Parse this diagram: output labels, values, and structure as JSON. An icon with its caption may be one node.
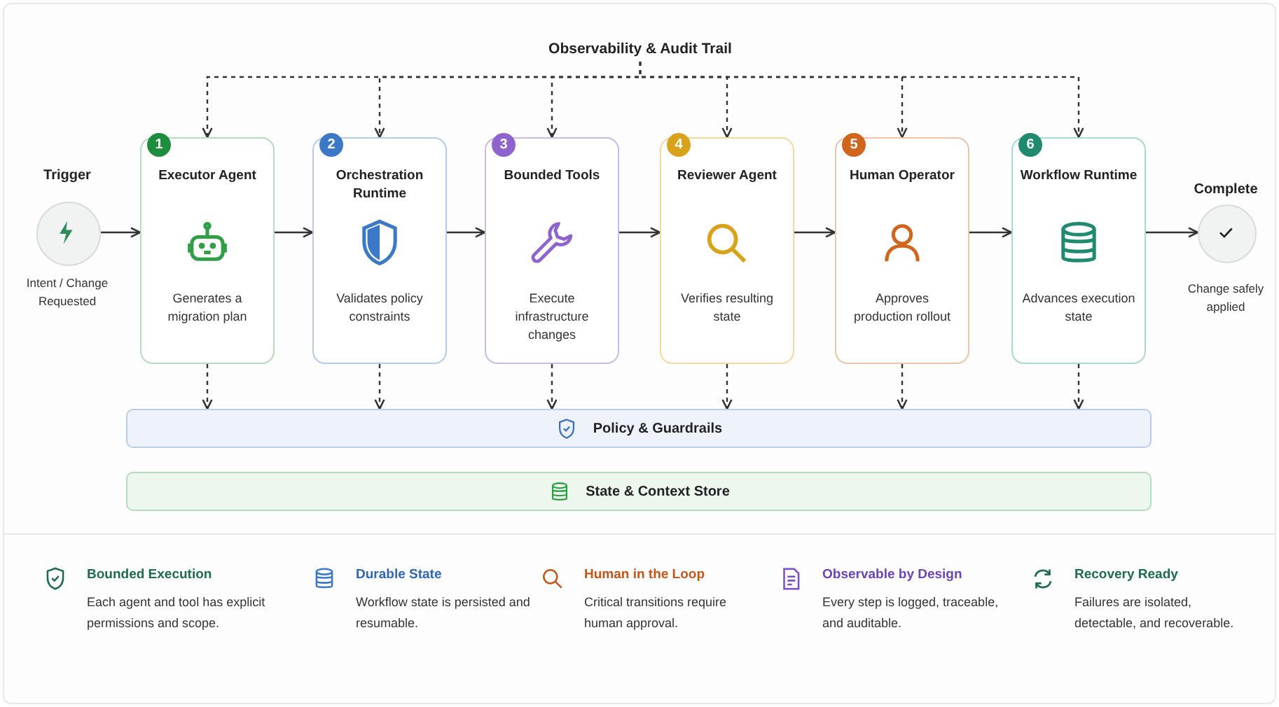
{
  "diagram": {
    "nodes": [
      {
        "text": [
          "Observability & Audit Trail"
        ]
      },
      {
        "text": [
          "Trigger"
        ],
        "beside": [
          "Intent / Change Requested"
        ]
      },
      {
        "text": [
          "1",
          "Executor Agent",
          "Generates a migration plan"
        ]
      },
      {
        "text": [
          "2",
          "Orchestration Runtime",
          "Validates policy constraints"
        ]
      },
      {
        "text": [
          "3",
          "Bounded Tools",
          "Execute infrastructure changes"
        ]
      },
      {
        "text": [
          "4",
          "Reviewer Agent",
          "Verifies resulting state"
        ]
      },
      {
        "text": [
          "5",
          "Human Operator",
          "Approves production rollout"
        ]
      },
      {
        "text": [
          "6",
          "Workflow Runtime",
          "Advances execution state"
        ]
      },
      {
        "text": [
          "Complete"
        ],
        "beside": [
          "Change safely applied"
        ]
      },
      {
        "text": [
          "Policy & Guardrails"
        ]
      },
      {
        "text": [
          "State & Context Store"
        ]
      }
    ],
    "edges": [
      {
        "from": 1,
        "to": 2,
        "arrow": "to"
      },
      {
        "from": 2,
        "to": 3,
        "arrow": "to"
      },
      {
        "from": 3,
        "to": 4,
        "arrow": "to"
      },
      {
        "from": 4,
        "to": 5,
        "arrow": "to"
      },
      {
        "from": 5,
        "to": 6,
        "arrow": "to"
      },
      {
        "from": 6,
        "to": 7,
        "arrow": "to"
      },
      {
        "from": 7,
        "to": 8,
        "arrow": "to"
      },
      {
        "from": 0,
        "to": 2,
        "arrow": "to",
        "style": "dashed"
      },
      {
        "from": 0,
        "to": 3,
        "arrow": "to",
        "style": "dashed"
      },
      {
        "from": 0,
        "to": 4,
        "arrow": "to",
        "style": "dashed"
      },
      {
        "from": 0,
        "to": 5,
        "arrow": "to",
        "style": "dashed"
      },
      {
        "from": 0,
        "to": 6,
        "arrow": "to",
        "style": "dashed"
      },
      {
        "from": 0,
        "to": 7,
        "arrow": "to",
        "style": "dashed"
      },
      {
        "from": 2,
        "to": 9,
        "arrow": "to",
        "style": "dashed"
      },
      {
        "from": 3,
        "to": 9,
        "arrow": "to",
        "style": "dashed"
      },
      {
        "from": 4,
        "to": 9,
        "arrow": "to",
        "style": "dashed"
      },
      {
        "from": 5,
        "to": 9,
        "arrow": "to",
        "style": "dashed"
      },
      {
        "from": 6,
        "to": 9,
        "arrow": "to",
        "style": "dashed"
      },
      {
        "from": 7,
        "to": 9,
        "arrow": "to",
        "style": "dashed"
      }
    ],
    "labels": [
      "Bounded Execution",
      "Each agent and tool has explicit permissions and scope.",
      "Durable State",
      "Workflow state is persisted and resumable.",
      "Human in the Loop",
      "Critical transitions require human approval.",
      "Observable by Design",
      "Every step is logged, traceable, and auditable.",
      "Recovery Ready",
      "Failures are isolated, detectable, and recoverable."
    ]
  }
}
